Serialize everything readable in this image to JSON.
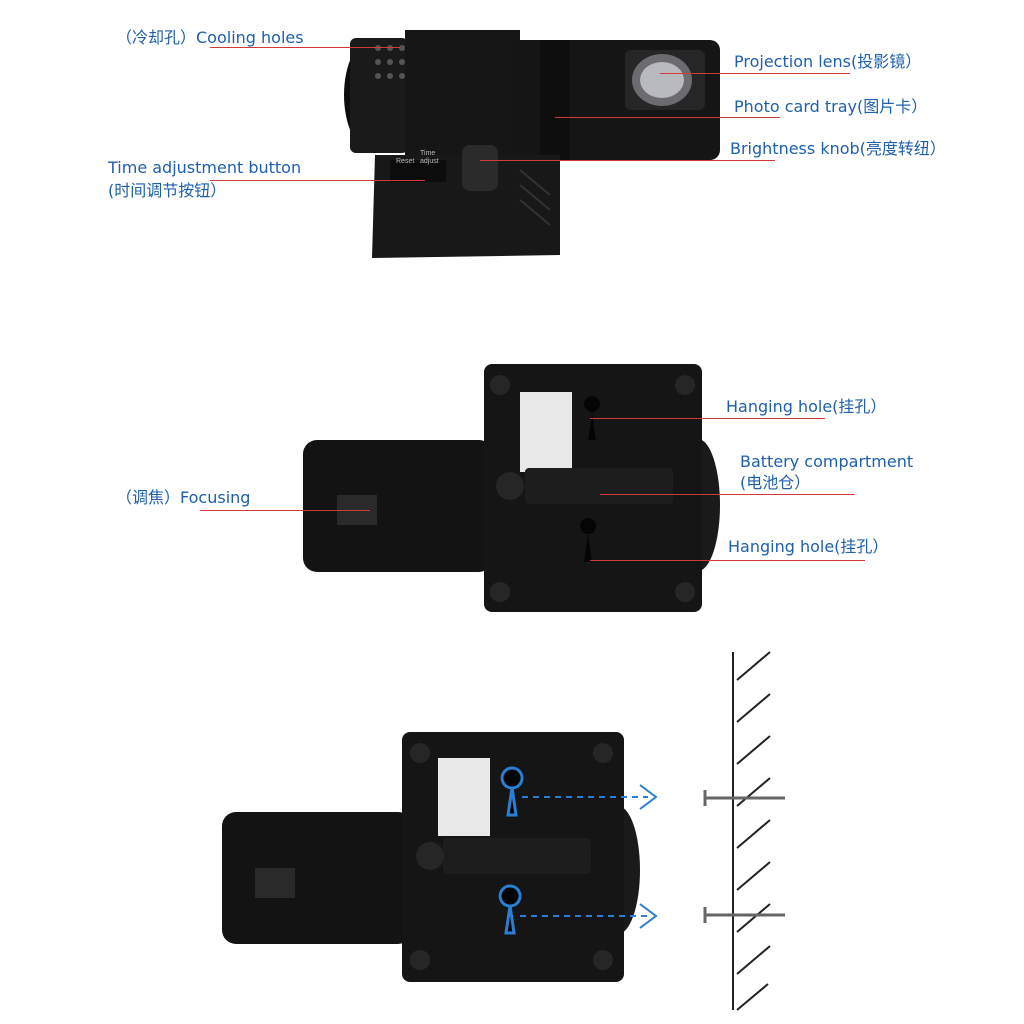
{
  "top_view": {
    "cooling_holes": "（冷却孔）Cooling holes",
    "projection_lens": "Projection lens(投影镜）",
    "photo_card_tray": "Photo card tray(图片卡）",
    "brightness_knob": "Brightness knob(亮度转纽）",
    "time_adjust_line1": "Time adjustment button",
    "time_adjust_line2": "(时间调节按钮）",
    "button_reset": "Reset",
    "button_time_adjust": "Time adjust"
  },
  "middle_view": {
    "hanging_hole_top": "Hanging hole(挂孔）",
    "battery_line1": "Battery compartment",
    "battery_line2": "(电池仓）",
    "focusing": "（调焦）Focusing",
    "hanging_hole_bottom": "Hanging hole(挂孔）"
  },
  "colors": {
    "label_text": "#1e5fae",
    "leader_line": "#d23a3a",
    "arrow": "#2a7fd4",
    "device_body": "#141414"
  }
}
